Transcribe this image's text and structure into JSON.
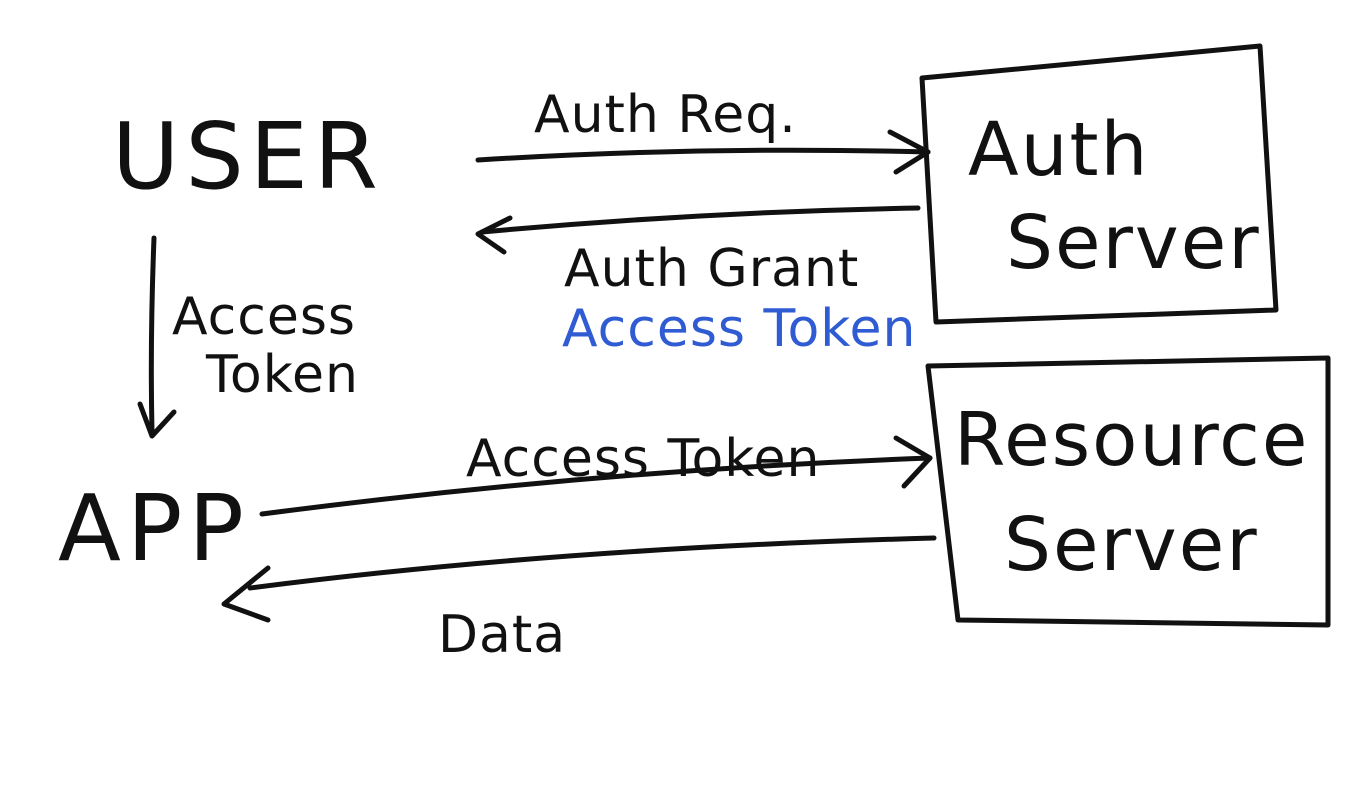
{
  "diagram": {
    "nodes": {
      "user": "USER",
      "app": "APP",
      "auth_server": {
        "line1": "Auth",
        "line2": "Server"
      },
      "resource_server": {
        "line1": "Resource",
        "line2": "Server"
      }
    },
    "edges": {
      "auth_request": "Auth Req.",
      "auth_grant": "Auth Grant",
      "auth_grant_token": "Access Token",
      "user_to_app": {
        "line1": "Access",
        "line2": "Token"
      },
      "app_to_resource": "Access Token",
      "resource_to_app": "Data"
    }
  },
  "colors": {
    "ink": "#111111",
    "highlight": "#2f5bd3"
  }
}
